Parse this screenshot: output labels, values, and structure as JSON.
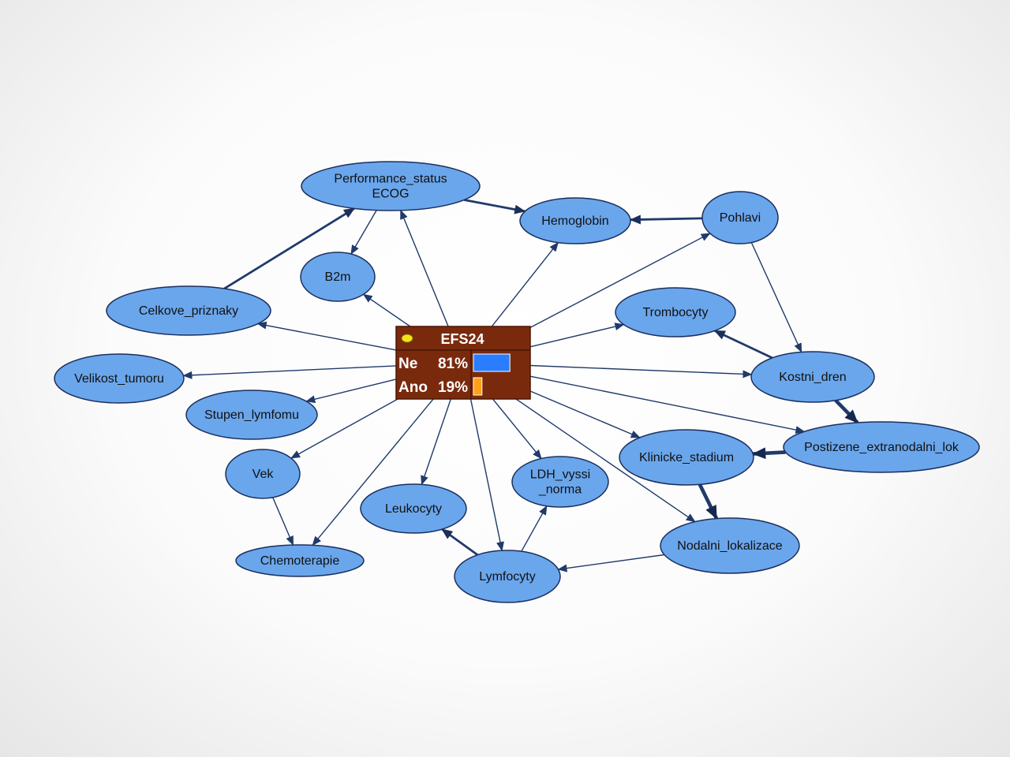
{
  "colors": {
    "node_fill": "#6aa6ec",
    "node_stroke": "#1b2f5e",
    "edge": "#203a6a",
    "center_fill": "#7a2a0c",
    "center_stroke": "#4a1605",
    "bar_ne": "#2a7dff",
    "bar_ano": "#ffa018",
    "indicator": "#f2e21a"
  },
  "center": {
    "title": "EFS24",
    "states": [
      {
        "label": "Ne",
        "value": "81%",
        "fraction": 0.81
      },
      {
        "label": "Ano",
        "value": "19%",
        "fraction": 0.19
      }
    ]
  },
  "nodes": [
    {
      "id": "performance",
      "lines": [
        "Performance_status",
        "ECOG"
      ]
    },
    {
      "id": "hemoglobin",
      "lines": [
        "Hemoglobin"
      ]
    },
    {
      "id": "pohlavi",
      "lines": [
        "Pohlavi"
      ]
    },
    {
      "id": "b2m",
      "lines": [
        "B2m"
      ]
    },
    {
      "id": "celkove",
      "lines": [
        "Celkove_priznaky"
      ]
    },
    {
      "id": "trombocyty",
      "lines": [
        "Trombocyty"
      ]
    },
    {
      "id": "velikost",
      "lines": [
        "Velikost_tumoru"
      ]
    },
    {
      "id": "kostni",
      "lines": [
        "Kostni_dren"
      ]
    },
    {
      "id": "stupen",
      "lines": [
        "Stupen_lymfomu"
      ]
    },
    {
      "id": "postizene",
      "lines": [
        "Postizene_extranodalni_lok"
      ]
    },
    {
      "id": "klinicke",
      "lines": [
        "Klinicke_stadium"
      ]
    },
    {
      "id": "vek",
      "lines": [
        "Vek"
      ]
    },
    {
      "id": "ldh",
      "lines": [
        "LDH_vyssi",
        "_norma"
      ]
    },
    {
      "id": "leukocyty",
      "lines": [
        "Leukocyty"
      ]
    },
    {
      "id": "nodalni",
      "lines": [
        "Nodalni_lokalizace"
      ]
    },
    {
      "id": "chemoterapie",
      "lines": [
        "Chemoterapie"
      ]
    },
    {
      "id": "lymfocyty",
      "lines": [
        "Lymfocyty"
      ]
    }
  ],
  "edges": [
    {
      "from": "efs24",
      "to": "performance",
      "weight": "thin"
    },
    {
      "from": "efs24",
      "to": "b2m",
      "weight": "thin"
    },
    {
      "from": "efs24",
      "to": "hemoglobin",
      "weight": "thin"
    },
    {
      "from": "efs24",
      "to": "pohlavi",
      "weight": "thin"
    },
    {
      "from": "efs24",
      "to": "celkove",
      "weight": "thin"
    },
    {
      "from": "efs24",
      "to": "trombocyty",
      "weight": "thin"
    },
    {
      "from": "efs24",
      "to": "velikost",
      "weight": "thin"
    },
    {
      "from": "efs24",
      "to": "kostni",
      "weight": "thin"
    },
    {
      "from": "efs24",
      "to": "stupen",
      "weight": "thin"
    },
    {
      "from": "efs24",
      "to": "postizene",
      "weight": "thin"
    },
    {
      "from": "efs24",
      "to": "vek",
      "weight": "thin"
    },
    {
      "from": "efs24",
      "to": "klinicke",
      "weight": "thin"
    },
    {
      "from": "efs24",
      "to": "chemoterapie",
      "weight": "thin"
    },
    {
      "from": "efs24",
      "to": "leukocyty",
      "weight": "thin"
    },
    {
      "from": "efs24",
      "to": "ldh",
      "weight": "thin"
    },
    {
      "from": "efs24",
      "to": "lymfocyty",
      "weight": "thin"
    },
    {
      "from": "efs24",
      "to": "nodalni",
      "weight": "thin"
    },
    {
      "from": "performance",
      "to": "hemoglobin",
      "weight": "medium"
    },
    {
      "from": "performance",
      "to": "b2m",
      "weight": "thin"
    },
    {
      "from": "celkove",
      "to": "performance",
      "weight": "medium"
    },
    {
      "from": "pohlavi",
      "to": "hemoglobin",
      "weight": "medium"
    },
    {
      "from": "pohlavi",
      "to": "kostni",
      "weight": "thin"
    },
    {
      "from": "kostni",
      "to": "trombocyty",
      "weight": "medium"
    },
    {
      "from": "kostni",
      "to": "postizene",
      "weight": "thick"
    },
    {
      "from": "postizene",
      "to": "klinicke",
      "weight": "thick"
    },
    {
      "from": "klinicke",
      "to": "nodalni",
      "weight": "thick"
    },
    {
      "from": "nodalni",
      "to": "lymfocyty",
      "weight": "thin"
    },
    {
      "from": "lymfocyty",
      "to": "leukocyty",
      "weight": "medium"
    },
    {
      "from": "lymfocyty",
      "to": "ldh",
      "weight": "thin"
    },
    {
      "from": "vek",
      "to": "chemoterapie",
      "weight": "thin"
    }
  ]
}
